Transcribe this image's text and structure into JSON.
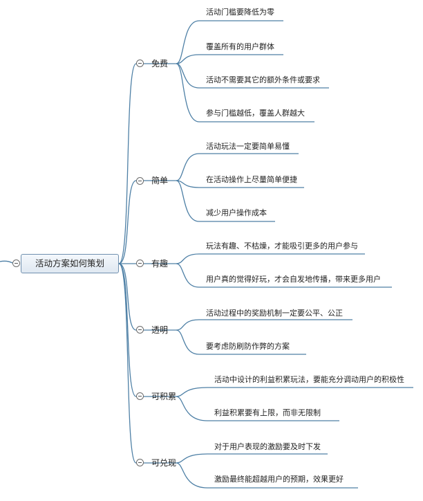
{
  "root": "活动方案如何策划",
  "branches": [
    {
      "label": "免费",
      "leaves": [
        "活动门槛要降低为零",
        "覆盖所有的用户群体",
        "活动不需要其它的额外条件或要求",
        "参与门槛越低，覆盖人群越大"
      ]
    },
    {
      "label": "简单",
      "leaves": [
        "活动玩法一定要简单易懂",
        "在活动操作上尽量简单便捷",
        "减少用户操作成本"
      ]
    },
    {
      "label": "有趣",
      "leaves": [
        "玩法有趣、不枯燥，才能吸引更多的用户参与",
        "用户真的觉得好玩，才会自发地传播，带来更多用户"
      ]
    },
    {
      "label": "透明",
      "leaves": [
        "活动过程中的奖励机制一定要公平、公正",
        "要考虑防刷防作弊的方案"
      ]
    },
    {
      "label": "可积累",
      "leaves": [
        "活动中设计的利益积累玩法，要能充分调动用户的积极性",
        "利益积累要有上限，而非无限制"
      ]
    },
    {
      "label": "可兑现",
      "leaves": [
        "对于用户表现的激励要及时下发",
        "激励最终能超越用户的预期，效果更好"
      ]
    }
  ],
  "colors": {
    "line": "#4d7fa5",
    "node_border": "#6f8fae"
  }
}
